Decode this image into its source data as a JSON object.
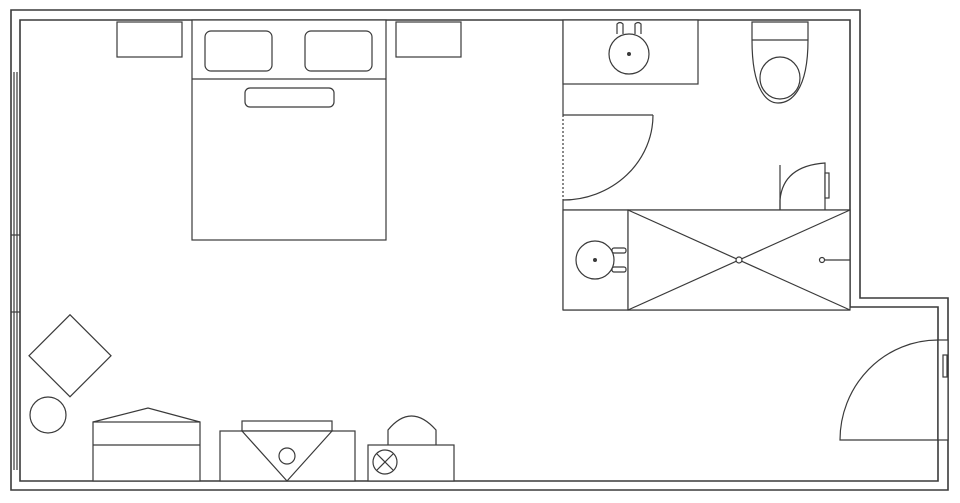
{
  "plan": {
    "type": "hotel room floor plan",
    "text_labels": [],
    "fixtures": [
      "double-bed",
      "pillow",
      "pillow",
      "nightstand",
      "nightstand",
      "armchair",
      "round-side-table",
      "dresser",
      "tv-cabinet",
      "desk-with-chair",
      "bathroom-sink",
      "vanity-sink",
      "toilet",
      "shower",
      "entry-door",
      "bathroom-door",
      "closet-door",
      "window"
    ],
    "colors": {
      "line": "#3a3a3a",
      "background": "#ffffff"
    }
  }
}
